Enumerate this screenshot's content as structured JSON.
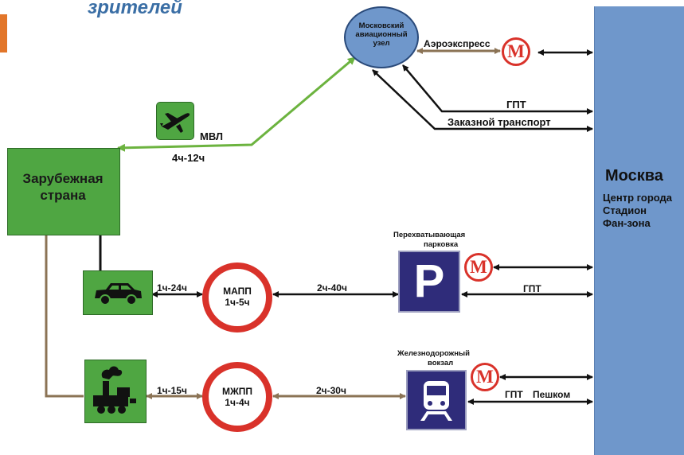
{
  "header": {
    "title_fragment": "зрителей"
  },
  "moscow": {
    "title": "Москва",
    "lines": [
      "Центр города",
      "Стадион",
      "Фан-зона"
    ]
  },
  "foreign_country": {
    "label_line1": "Зарубежная",
    "label_line2": "страна"
  },
  "air_hub": {
    "label_line1": "Московский",
    "label_line2": "авиационный",
    "label_line3": "узел"
  },
  "air_route": {
    "label": "МВЛ",
    "time": "4ч-12ч"
  },
  "air_hub_links": {
    "aeroexpress": "Аэроэкспресс",
    "gpt": "ГПТ",
    "charter": "Заказной транспорт"
  },
  "road_route": {
    "time_to_checkpoint": "1ч-24ч",
    "checkpoint_name": "МАПП",
    "checkpoint_time": "1ч-5ч",
    "time_to_parking": "2ч-40ч"
  },
  "parking": {
    "label_line1": "Перехватывающая",
    "label_line2": "парковка",
    "symbol": "P",
    "gpt": "ГПТ"
  },
  "rail_route": {
    "time_to_checkpoint": "1ч-15ч",
    "checkpoint_name": "МЖПП",
    "checkpoint_time": "1ч-4ч",
    "time_to_station": "2ч-30ч"
  },
  "station": {
    "label_line1": "Железнодорожный",
    "label_line2": "вокзал",
    "gpt": "ГПТ",
    "walk": "Пешком"
  },
  "metro_symbol": "M",
  "colors": {
    "moscow_blue": "#6f97cb",
    "green": "#4fa642",
    "red": "#d9322a",
    "navy": "#2f2c7a",
    "brown": "#8b7355",
    "air_green": "#6cb33f"
  }
}
